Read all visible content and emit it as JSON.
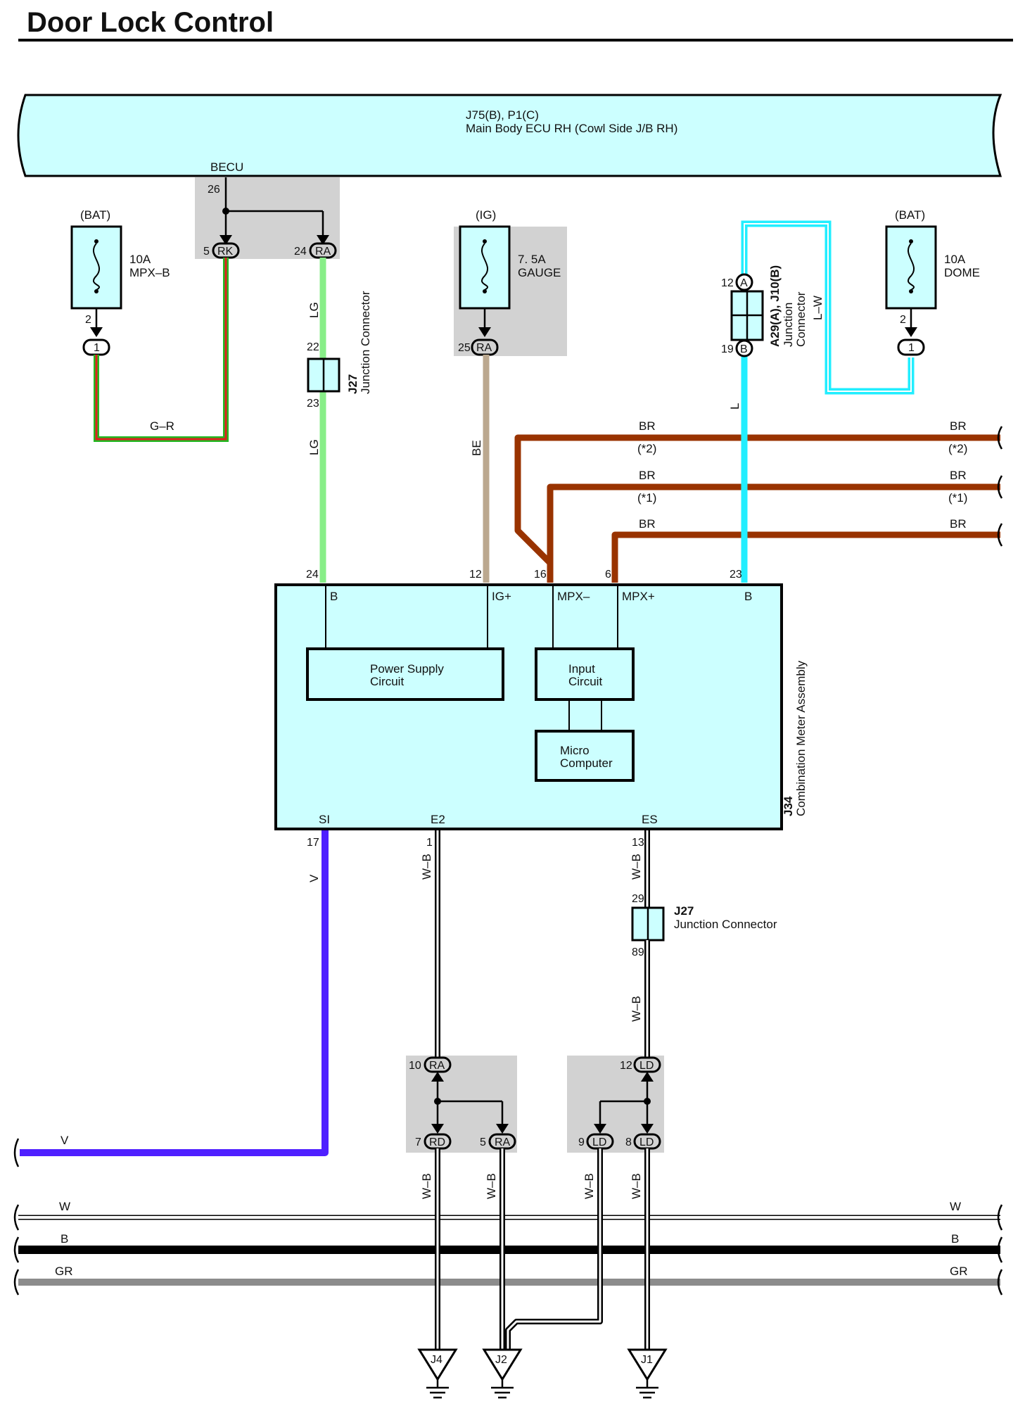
{
  "title": "Door Lock Control",
  "colors": {
    "panel": "#ccffff",
    "shade": "#d2d2d2",
    "wire_green": "#22b922",
    "wire_red": "#e02020",
    "wire_lg": "#88ee88",
    "wire_be": "#bba88f",
    "wire_br": "#993300",
    "wire_cyan": "#22eeff",
    "wire_violet": "#4f1fff",
    "wire_gray": "#8c8c8c",
    "wire_black": "#000000"
  },
  "ecu": {
    "code": "J75(B), P1(C)",
    "name": "Main Body ECU RH (Cowl Side J/B RH)",
    "label": "BECU",
    "pin": "26"
  },
  "fuse_mpxb": {
    "source": "(BAT)",
    "rating": "10A",
    "name": "MPX–B",
    "pin": "2",
    "connector_pin": "1"
  },
  "fuse_gauge": {
    "source": "(IG)",
    "rating": "7. 5A",
    "name": "GAUGE",
    "connector_pin": "25",
    "connector": "RA"
  },
  "fuse_dome": {
    "source": "(BAT)",
    "rating": "10A",
    "name": "DOME",
    "pin": "2",
    "connector_pin": "1"
  },
  "ecu_connectors": [
    {
      "pin": "5",
      "code": "RK"
    },
    {
      "pin": "24",
      "code": "RA"
    }
  ],
  "junction_j27_top": {
    "code": "J27",
    "name": "Junction Connector",
    "pin_in": "22",
    "pin_out": "23"
  },
  "junction_a29": {
    "code": "A29(A), J10(B)",
    "name_line1": "Junction",
    "name_line2": "Connector",
    "pin_a": "12",
    "letter_a": "A",
    "pin_b": "19",
    "letter_b": "B"
  },
  "junction_j27_bottom": {
    "code": "J27",
    "name": "Junction Connector",
    "pin_in": "29",
    "pin_out": "89"
  },
  "wire_labels": {
    "gr": "G–R",
    "lg_upper": "LG",
    "lg_lower": "LG",
    "be": "BE",
    "lw": "L–W",
    "l": "L",
    "br": "BR",
    "star2": "(*2)",
    "star1": "(*1)",
    "v_left": "V",
    "v_bottom": "V",
    "wb": "W–B",
    "w": "W",
    "b": "B",
    "gr_bus": "GR"
  },
  "meter": {
    "code": "J34",
    "name": "Combination Meter Assembly",
    "top_pins": [
      {
        "num": "24",
        "name": "B"
      },
      {
        "num": "12",
        "name": "IG+"
      },
      {
        "num": "16",
        "name": "MPX–"
      },
      {
        "num": "6",
        "name": "MPX+"
      },
      {
        "num": "23",
        "name": "B"
      }
    ],
    "bottom_pins": [
      {
        "num": "17",
        "name": "SI"
      },
      {
        "num": "1",
        "name": "E2"
      },
      {
        "num": "13",
        "name": "ES"
      }
    ],
    "power_supply": {
      "line1": "Power Supply",
      "line2": "Circuit"
    },
    "input_circuit": {
      "line1": "Input",
      "line2": "Circuit"
    },
    "micro_computer": {
      "line1": "Micro",
      "line2": "Computer"
    }
  },
  "lower_junction_left": [
    {
      "pin": "10",
      "code": "RA"
    },
    {
      "pin": "7",
      "code": "RD"
    },
    {
      "pin": "5",
      "code": "RA"
    }
  ],
  "lower_junction_right": [
    {
      "pin": "12",
      "code": "LD"
    },
    {
      "pin": "9",
      "code": "LD"
    },
    {
      "pin": "8",
      "code": "LD"
    }
  ],
  "grounds": [
    "J4",
    "J2",
    "J1"
  ]
}
